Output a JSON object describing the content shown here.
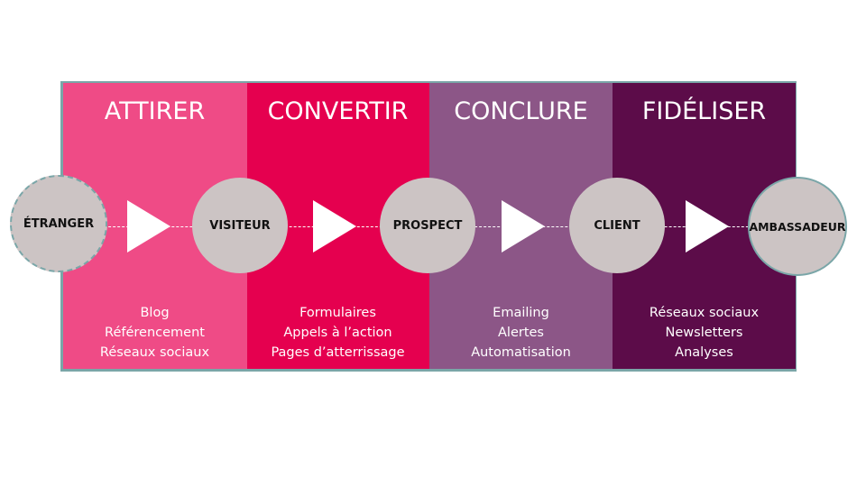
{
  "colors": {
    "attirer": "#ef4b86",
    "convertir": "#e5004f",
    "conclure": "#8c5687",
    "fideliser": "#5c0c49",
    "node": "#ccc4c4",
    "frame": "#7aa6a8"
  },
  "stages": [
    {
      "title": "ATTIRER",
      "items": [
        "Blog",
        "Référencement",
        "Réseaux sociaux"
      ]
    },
    {
      "title": "CONVERTIR",
      "items": [
        "Formulaires",
        "Appels à l’action",
        "Pages d’atterrissage"
      ]
    },
    {
      "title": "CONCLURE",
      "items": [
        "Emailing",
        "Alertes",
        "Automatisation"
      ]
    },
    {
      "title": "FIDÉLISER",
      "items": [
        "Réseaux sociaux",
        "Newsletters",
        "Analyses"
      ]
    }
  ],
  "nodes": [
    {
      "label": "ÉTRANGER"
    },
    {
      "label": "VISITEUR"
    },
    {
      "label": "PROSPECT"
    },
    {
      "label": "CLIENT"
    },
    {
      "label": "AMBASSADEUR"
    }
  ]
}
